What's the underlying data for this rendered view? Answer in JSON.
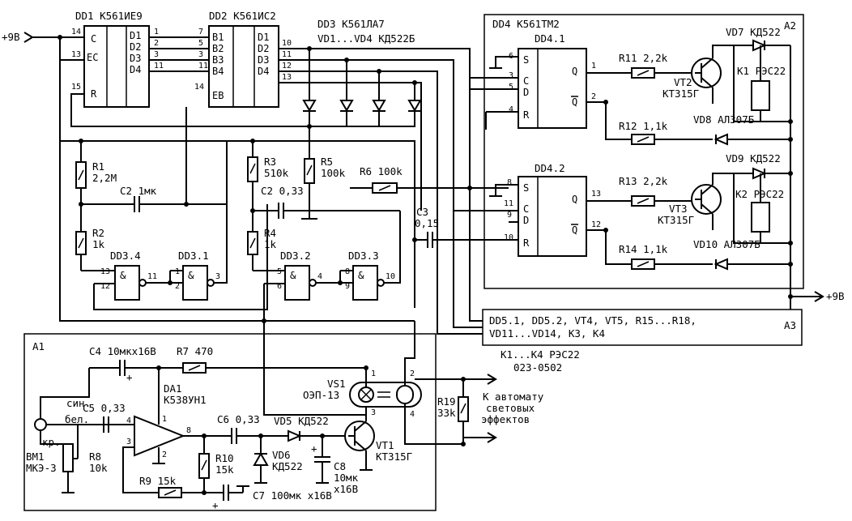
{
  "chips": {
    "dd1": {
      "title": "DD1 К561ИЕ9",
      "c": "C",
      "ec": "EC",
      "r": "R",
      "outs": [
        "D1",
        "D2",
        "D3",
        "D4"
      ]
    },
    "dd2": {
      "title": "DD2 К561ИС2",
      "ins": [
        "B1",
        "B2",
        "B3",
        "B4"
      ],
      "eb": "EB",
      "outs": [
        "D1",
        "D2",
        "D3",
        "D4"
      ]
    },
    "dd3": {
      "title": "DD3 К561ЛА7",
      "diodes": "VD1...VD4 КД522Б"
    },
    "dd4": {
      "title": "DD4 К561ТМ2",
      "u1": "DD4.1",
      "u2": "DD4.2",
      "s": "S",
      "c": "C",
      "d": "D",
      "r": "R",
      "q": "Q",
      "qn": "Q"
    }
  },
  "gates": [
    "DD3.4",
    "DD3.1",
    "DD3.2",
    "DD3.3"
  ],
  "amp_symbol": "&",
  "pins": {
    "p14": "14",
    "p13": "13",
    "p15": "15",
    "p7": "7",
    "p5": "5",
    "p3": "3",
    "p11": "11",
    "p10": "10",
    "p12": "12",
    "p6": "6",
    "p1": "1",
    "p2": "2",
    "p4": "4",
    "p8": "8",
    "p9": "9",
    "p8b": "8"
  },
  "resistors": {
    "r1": "R1",
    "r1v": "2,2М",
    "r2": "R2",
    "r2v": "1k",
    "r3": "R3",
    "r3v": "510k",
    "r4": "R4",
    "r4v": "1k",
    "r5": "R5",
    "r5v": "100k",
    "r6": "R6 100k",
    "r11": "R11 2,2k",
    "r12": "R12 1,1k",
    "r13": "R13 2,2k",
    "r14": "R14 1,1k",
    "r7": "R7 470",
    "r8": "R8",
    "r8v": "10k",
    "r9": "R9 15k",
    "r10": "R10",
    "r10v": "15k",
    "r19": "R19",
    "r19v": "33k"
  },
  "caps": {
    "c2a": "C2 1мк",
    "c2b": "C2 0,33",
    "c3": "C3",
    "c3v": "0,15",
    "c4": "C4 10мкх16В",
    "c5": "C5 0,33",
    "c6": "C6 0,33",
    "c7": "C7 100мк х16В",
    "c8": "C8",
    "c8v1": "10мк",
    "c8v2": "х16В"
  },
  "semis": {
    "vt2": "VT2",
    "vt2t": "КТ315Г",
    "vt3": "VT3",
    "vt3t": "КТ315Г",
    "vt1": "VT1",
    "vt1t": "КТ315Г",
    "vd7": "VD7 КД522",
    "vd8": "VD8 АЛ307Б",
    "vd9": "VD9 КД522",
    "vd10": "VD10 АЛ307Б",
    "vd5": "VD5 КД522",
    "vd6": "VD6",
    "vd6t": "КД522"
  },
  "relays": {
    "k1": "K1 РЭС22",
    "k2": "K2 РЭС22",
    "note1": "K1...K4 РЭС22",
    "note2": "023-0502"
  },
  "blocks": {
    "a1": "A1",
    "a2": "A2",
    "a3": "A3",
    "a3_l1": "DD5.1, DD5.2, VT4, VT5, R15...R18,",
    "a3_l2": "VD11...VD14, K3, K4"
  },
  "opamp": {
    "name": "DA1",
    "type": "К538УН1"
  },
  "mic": {
    "name": "BM1",
    "type": "МКЭ-3",
    "w1": "син.",
    "w2": "бел.",
    "w3": "кр."
  },
  "optocoupler": {
    "name": "VS1",
    "type": "ОЭП-13"
  },
  "power": {
    "left": "+9В",
    "right": "+9В"
  },
  "output_note": {
    "l1": "К автомату",
    "l2": "световых",
    "l3": "эффектов"
  },
  "signs": {
    "plus": "+"
  }
}
